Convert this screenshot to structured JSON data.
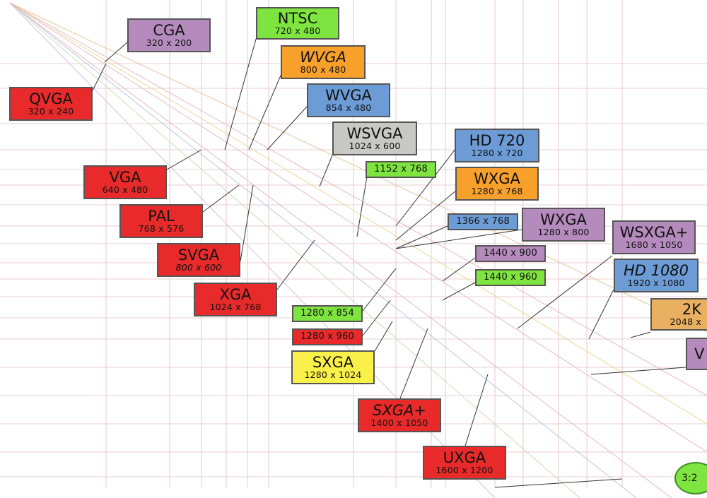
{
  "colors": {
    "red": "#e82a2a",
    "green": "#7ee43f",
    "purple": "#b58bbd",
    "orange": "#f8a02c",
    "blue": "#6c9bd6",
    "gray": "#c8c8c4",
    "yellow": "#faf04a",
    "tan": "#e8b060"
  },
  "labels": [
    {
      "id": "cga",
      "name": "CGA",
      "res": "320 x 200",
      "color": "purple"
    },
    {
      "id": "ntsc",
      "name": "NTSC",
      "res": "720 x 480",
      "color": "green"
    },
    {
      "id": "wvga-800",
      "name": "WVGA",
      "res": "800 x 480",
      "color": "orange",
      "italic": true
    },
    {
      "id": "wvga-854",
      "name": "WVGA",
      "res": "854 x 480",
      "color": "blue"
    },
    {
      "id": "qvga",
      "name": "QVGA",
      "res": "320 x 240",
      "color": "red"
    },
    {
      "id": "wsvga",
      "name": "WSVGA",
      "res": "1024 x 600",
      "color": "gray"
    },
    {
      "id": "hd720",
      "name": "HD 720",
      "res": "1280 x 720",
      "color": "blue"
    },
    {
      "id": "r1152x768",
      "name": "",
      "res": "1152 x 768",
      "color": "green"
    },
    {
      "id": "vga",
      "name": "VGA",
      "res": "640 x 480",
      "color": "red"
    },
    {
      "id": "wxga-768",
      "name": "WXGA",
      "res": "1280 x 768",
      "color": "orange"
    },
    {
      "id": "pal",
      "name": "PAL",
      "res": "768 x 576",
      "color": "red"
    },
    {
      "id": "r1366x768",
      "name": "",
      "res": "1366 x 768",
      "color": "blue"
    },
    {
      "id": "wxga-800",
      "name": "WXGA",
      "res": "1280 x 800",
      "color": "purple"
    },
    {
      "id": "wsxga-plus",
      "name": "WSXGA+",
      "res": "1680 x 1050",
      "color": "purple"
    },
    {
      "id": "svga",
      "name": "SVGA",
      "res": "800 x 600",
      "color": "red",
      "italicRes": true
    },
    {
      "id": "r1440x900",
      "name": "",
      "res": "1440 x 900",
      "color": "purple"
    },
    {
      "id": "hd1080",
      "name": "HD 1080",
      "res": "1920 x 1080",
      "color": "blue",
      "italic": true
    },
    {
      "id": "r1440x960",
      "name": "",
      "res": "1440 x 960",
      "color": "green"
    },
    {
      "id": "xga",
      "name": "XGA",
      "res": "1024 x 768",
      "color": "red"
    },
    {
      "id": "twok",
      "name": "2K",
      "res": "2048 x",
      "color": "tan"
    },
    {
      "id": "r1280x854",
      "name": "",
      "res": "1280 x 854",
      "color": "green"
    },
    {
      "id": "r1280x960",
      "name": "",
      "res": "1280 x 960",
      "color": "red"
    },
    {
      "id": "sxga",
      "name": "SXGA",
      "res": "1280 x 1024",
      "color": "yellow"
    },
    {
      "id": "sxga-plus",
      "name": "SXGA+",
      "res": "1400 x 1050",
      "color": "red",
      "italic": true
    },
    {
      "id": "uxga",
      "name": "UXGA",
      "res": "1600 x 1200",
      "color": "red"
    },
    {
      "id": "edge-box",
      "name": "V",
      "res": "",
      "color": "purple"
    }
  ],
  "badge": {
    "text": "3:2",
    "color": "green"
  }
}
